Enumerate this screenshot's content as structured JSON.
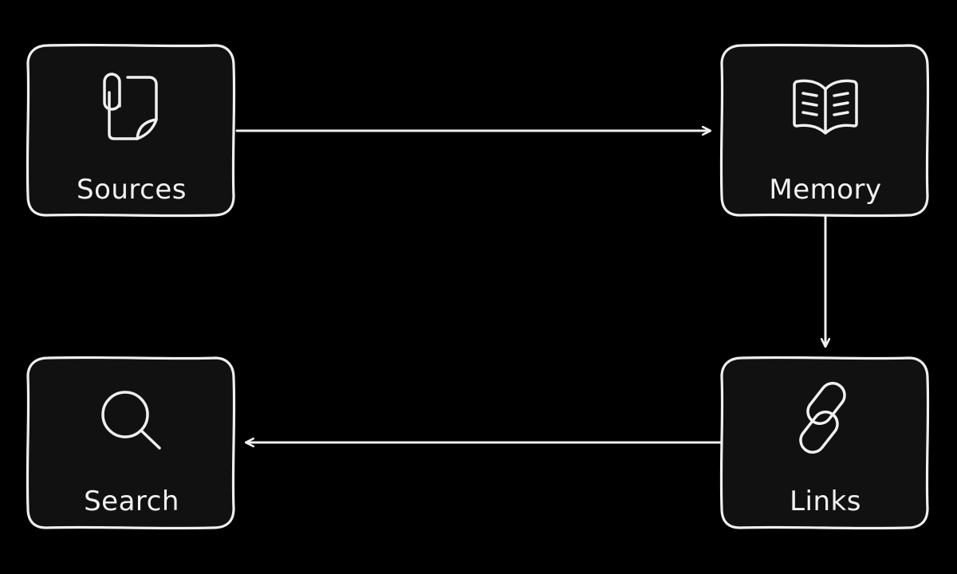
{
  "colors": {
    "background": "#000000",
    "node_fill": "#111111",
    "stroke": "#efefef",
    "text": "#f2f2f2"
  },
  "nodes": {
    "sources": {
      "label": "Sources",
      "icon": "clipped-document-icon"
    },
    "memory": {
      "label": "Memory",
      "icon": "open-book-icon"
    },
    "links": {
      "label": "Links",
      "icon": "chain-link-icon"
    },
    "search": {
      "label": "Search",
      "icon": "magnifier-icon"
    }
  },
  "edges": [
    {
      "from": "Sources",
      "to": "Memory"
    },
    {
      "from": "Memory",
      "to": "Links"
    },
    {
      "from": "Links",
      "to": "Search"
    }
  ]
}
